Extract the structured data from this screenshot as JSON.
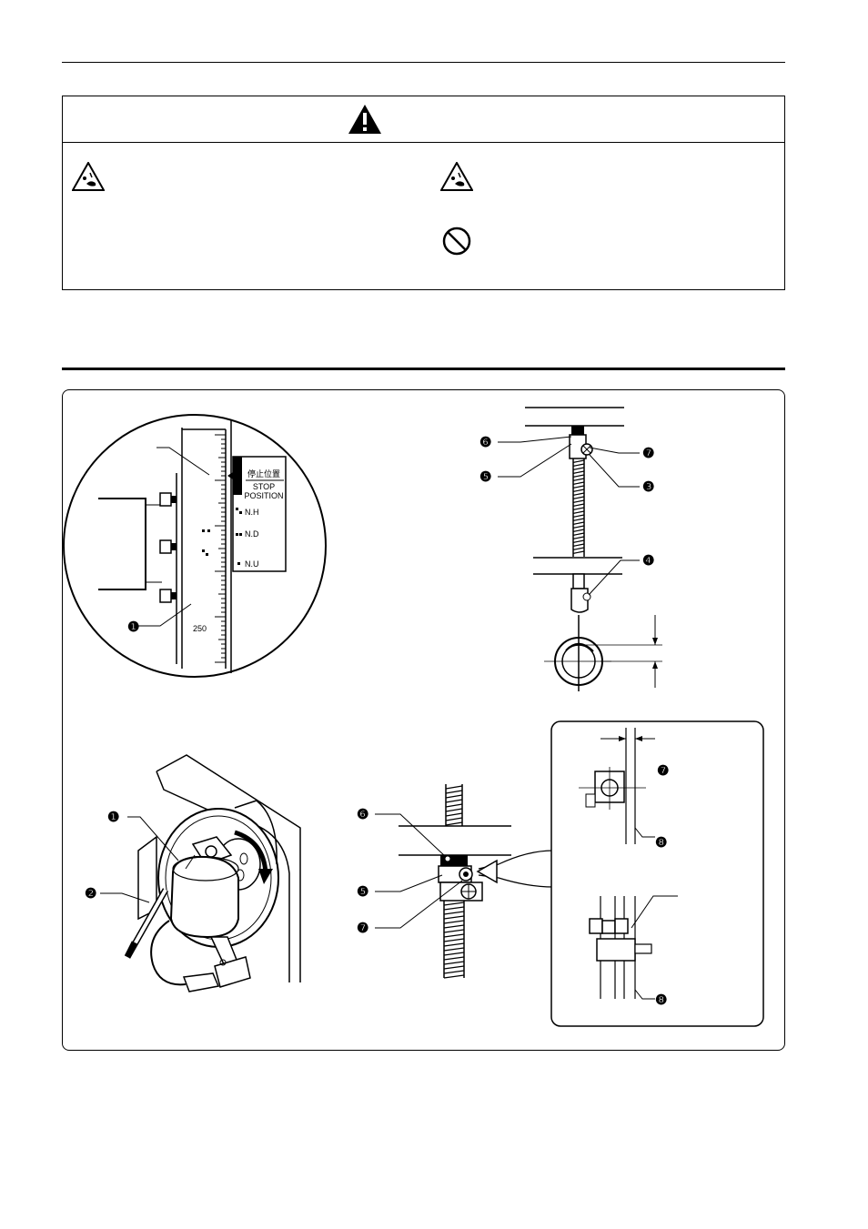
{
  "caution": {
    "icons": [
      "warning-triangle-icon",
      "hand-injury-icon",
      "hand-injury-icon",
      "prohibition-icon"
    ]
  },
  "figures": {
    "scale_label_japanese": "停止位置",
    "stop_label_line1": "STOP",
    "stop_label_line2": "POSITION",
    "positions": [
      "N.H",
      "N.D",
      "N.U"
    ],
    "scale_value": "250",
    "callouts": {
      "c1": "❶",
      "c2": "❷",
      "c3": "❸",
      "c4": "❹",
      "c5": "❺",
      "c6": "❻",
      "c7": "❼",
      "c8": "❽"
    }
  }
}
